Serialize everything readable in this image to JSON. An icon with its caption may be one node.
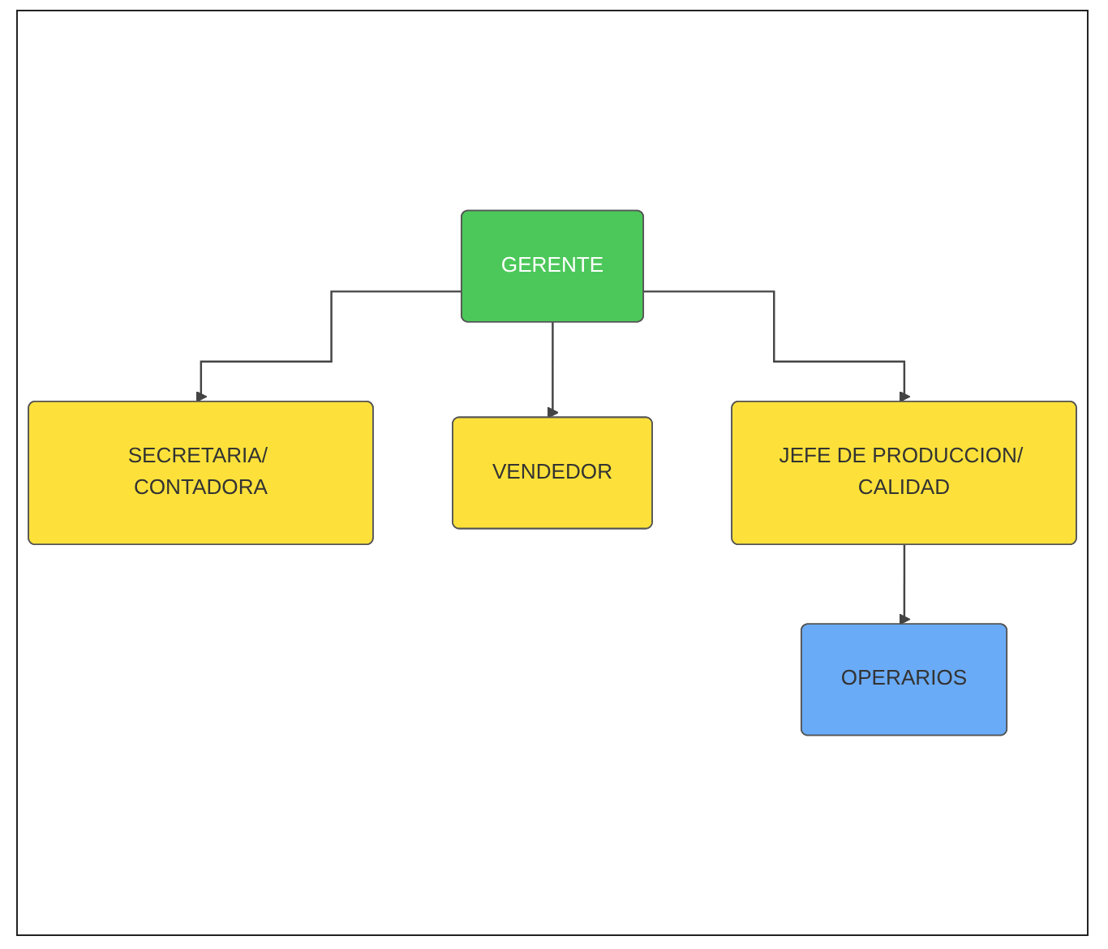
{
  "diagram": {
    "nodes": [
      {
        "text": [
          "GERENTE"
        ]
      },
      {
        "text": [
          "SECRETARIA/ CONTADORA"
        ]
      },
      {
        "text": [
          "VENDEDOR"
        ]
      },
      {
        "text": [
          "JEFE DE PRODUCCION/ CALIDAD"
        ]
      },
      {
        "text": [
          "OPERARIOS"
        ]
      }
    ],
    "edges": [
      {
        "from": 0,
        "to": 1,
        "arrow": "to"
      },
      {
        "from": 0,
        "to": 2,
        "arrow": "to"
      },
      {
        "from": 0,
        "to": 3,
        "arrow": "to"
      },
      {
        "from": 3,
        "to": 4,
        "arrow": "to"
      }
    ]
  }
}
